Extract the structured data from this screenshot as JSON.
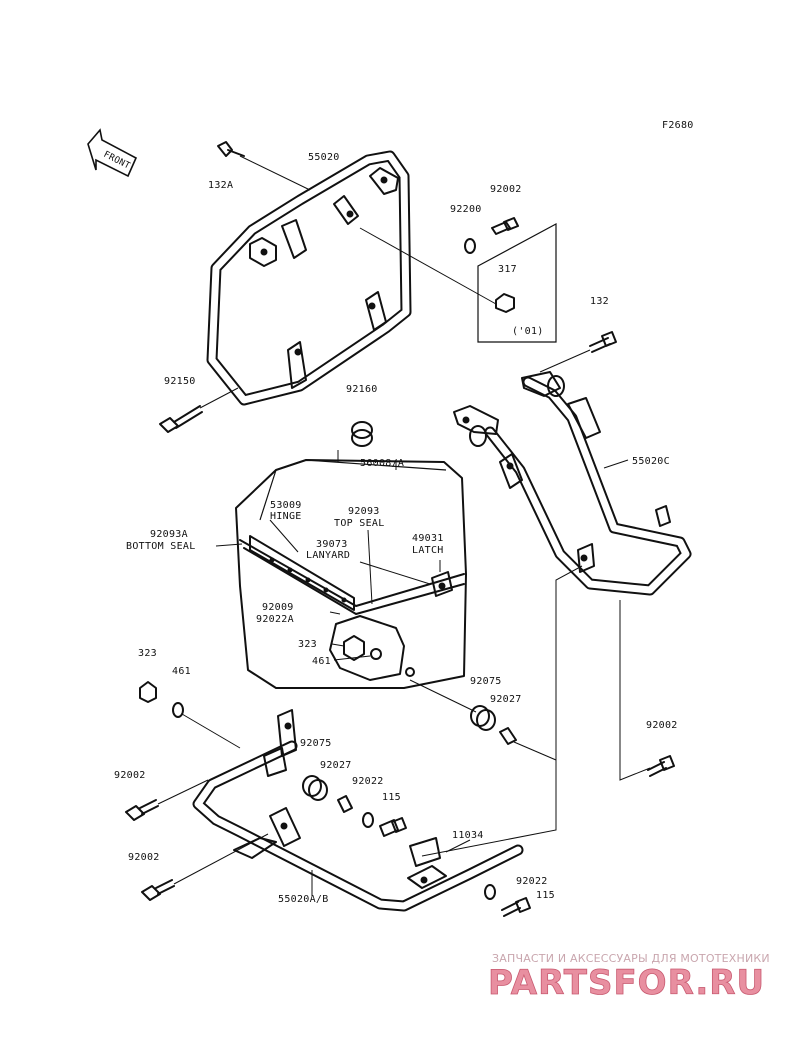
{
  "figure_code": "F2680",
  "front_arrow_label": "FRONT",
  "callouts": [
    {
      "id": "c-55020",
      "text": "55020"
    },
    {
      "id": "c-132a",
      "text": "132A"
    },
    {
      "id": "c-92002-top",
      "text": "92002"
    },
    {
      "id": "c-92200",
      "text": "92200"
    },
    {
      "id": "c-317",
      "text": "317"
    },
    {
      "id": "c-01",
      "text": "('01)"
    },
    {
      "id": "c-132",
      "text": "132"
    },
    {
      "id": "c-92150",
      "text": "92150"
    },
    {
      "id": "c-92160",
      "text": "92160"
    },
    {
      "id": "c-56008",
      "text": "56008/A"
    },
    {
      "id": "c-55020c",
      "text": "55020C"
    },
    {
      "id": "c-53009",
      "text": "53009"
    },
    {
      "id": "c-hinge",
      "text": "HINGE"
    },
    {
      "id": "c-92093",
      "text": "92093"
    },
    {
      "id": "c-topseal",
      "text": "TOP SEAL"
    },
    {
      "id": "c-92093a",
      "text": "92093A"
    },
    {
      "id": "c-bottomseal",
      "text": "BOTTOM SEAL"
    },
    {
      "id": "c-49031",
      "text": "49031"
    },
    {
      "id": "c-39073",
      "text": "39073"
    },
    {
      "id": "c-lanyard",
      "text": "LANYARD"
    },
    {
      "id": "c-latch",
      "text": "LATCH"
    },
    {
      "id": "c-92009",
      "text": "92009"
    },
    {
      "id": "c-92022a",
      "text": "92022A"
    },
    {
      "id": "c-323-box",
      "text": "323"
    },
    {
      "id": "c-461-box",
      "text": "461"
    },
    {
      "id": "c-323",
      "text": "323"
    },
    {
      "id": "c-461",
      "text": "461"
    },
    {
      "id": "c-92075-r",
      "text": "92075"
    },
    {
      "id": "c-92027-r",
      "text": "92027"
    },
    {
      "id": "c-92002-r",
      "text": "92002"
    },
    {
      "id": "c-92075-l",
      "text": "92075"
    },
    {
      "id": "c-92002-l1",
      "text": "92002"
    },
    {
      "id": "c-92027-l",
      "text": "92027"
    },
    {
      "id": "c-92022-l",
      "text": "92022"
    },
    {
      "id": "c-115-top",
      "text": "115"
    },
    {
      "id": "c-11034",
      "text": "11034"
    },
    {
      "id": "c-92002-l2",
      "text": "92002"
    },
    {
      "id": "c-92022-b",
      "text": "92022"
    },
    {
      "id": "c-115-b",
      "text": "115"
    },
    {
      "id": "c-55020ab",
      "text": "55020A/B"
    }
  ],
  "watermark": {
    "subtitle": "ЗАПЧАСТИ И АКСЕССУАРЫ ДЛЯ МОТОТЕХНИКИ",
    "brand": "PARTSFOR.RU"
  }
}
